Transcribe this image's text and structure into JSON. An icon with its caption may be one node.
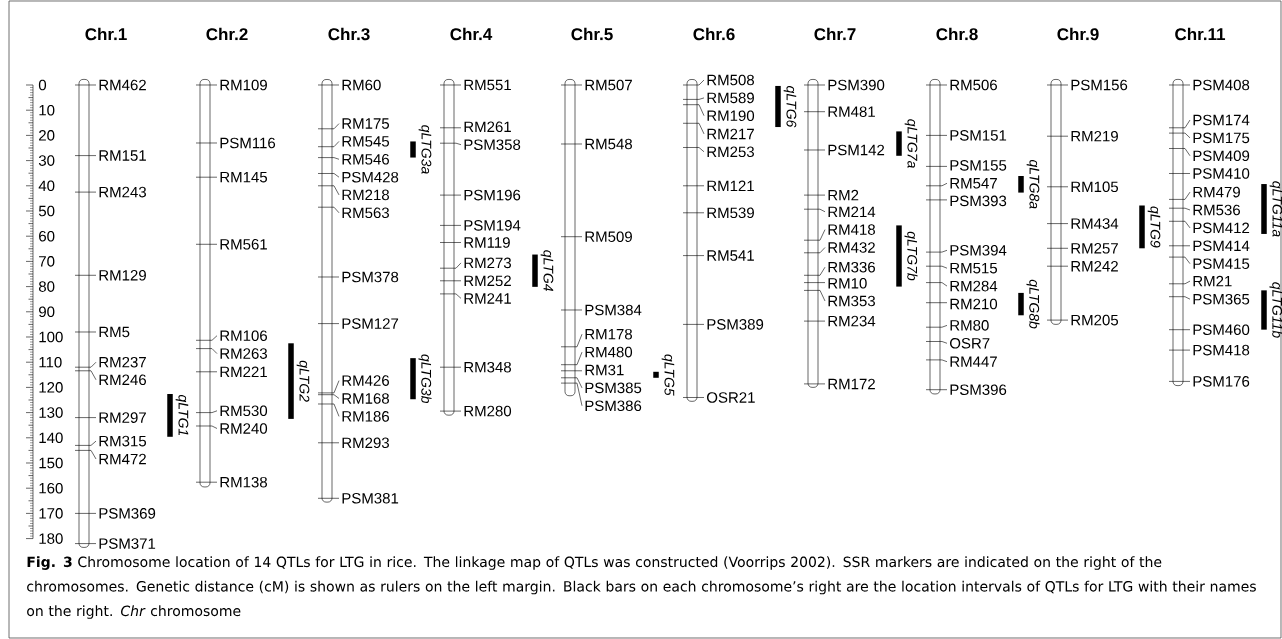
{
  "diagram": {
    "caption": "**Fig. 3** Chromosome location of 14 QTLs for LTG in rice. The linkage map of QTLs was constructed (Voorrips 2002). SSR markers are indicated on the right of the chromosomes. Genetic distance (cM) is shown as rulers on the left margin. Black bars on each chromosome’s right are the location intervals of QTLs for LTG with their names on the right. *Chr* chromosome",
    "nodes": [
      {
        "text": [],
        "shape": "bar",
        "beside": [
          "Chr.1",
          "RM462",
          "RM151",
          "RM243",
          "RM129",
          "RM5",
          "RM237",
          "RM246",
          "RM297",
          "RM315",
          "RM472",
          "PSM369",
          "PSM371"
        ]
      },
      {
        "text": [
          "qLTG1"
        ]
      },
      {
        "text": [],
        "shape": "bar",
        "beside": [
          "Chr.2",
          "RM109",
          "PSM116",
          "RM145",
          "RM561",
          "RM106",
          "RM263",
          "RM221",
          "RM530",
          "RM240",
          "RM138"
        ]
      },
      {
        "text": [
          "qLTG2"
        ]
      },
      {
        "text": [],
        "shape": "bar",
        "beside": [
          "Chr.3",
          "RM60",
          "RM175",
          "RM545",
          "RM546",
          "PSM428",
          "RM218",
          "RM563",
          "PSM378",
          "PSM127",
          "RM426",
          "RM168",
          "RM186",
          "RM293",
          "PSM381"
        ]
      },
      {
        "text": [
          "qLTG3a"
        ]
      },
      {
        "text": [
          "qLTG3b"
        ]
      },
      {
        "text": [],
        "shape": "bar",
        "beside": [
          "Chr.4",
          "RM551",
          "RM261",
          "PSM358",
          "PSM196",
          "PSM194",
          "RM119",
          "RM273",
          "RM252",
          "RM241",
          "RM348",
          "RM280"
        ]
      },
      {
        "text": [
          "qLTG4"
        ]
      },
      {
        "text": [],
        "shape": "bar",
        "beside": [
          "Chr.5",
          "RM507",
          "RM548",
          "RM509",
          "PSM384",
          "RM178",
          "RM480",
          "RM31",
          "PSM385",
          "PSM386"
        ]
      },
      {
        "text": [
          "qLTG5"
        ]
      },
      {
        "text": [],
        "shape": "bar",
        "beside": [
          "Chr.6",
          "RM508",
          "RM589",
          "RM190",
          "RM217",
          "RM253",
          "RM121",
          "RM539",
          "RM541",
          "PSM389",
          "OSR21"
        ]
      },
      {
        "text": [
          "qLTG6"
        ]
      },
      {
        "text": [],
        "shape": "bar",
        "beside": [
          "Chr.7",
          "PSM390",
          "RM481",
          "PSM142",
          "RM2",
          "RM214",
          "RM418",
          "RM432",
          "RM336",
          "RM10",
          "RM353",
          "RM234",
          "RM172"
        ]
      },
      {
        "text": [
          "qLTG7a"
        ]
      },
      {
        "text": [
          "qLTG7b"
        ]
      },
      {
        "text": [],
        "shape": "bar",
        "beside": [
          "Chr.8",
          "RM506",
          "PSM151",
          "PSM155",
          "RM547",
          "PSM393",
          "PSM394",
          "RM515",
          "RM284",
          "RM210",
          "RM80",
          "OSR7",
          "RM447",
          "PSM396"
        ]
      },
      {
        "text": [
          "qLTG8a"
        ]
      },
      {
        "text": [
          "qLTG8b"
        ]
      },
      {
        "text": [],
        "shape": "bar",
        "beside": [
          "Chr.9",
          "PSM156",
          "RM219",
          "RM105",
          "RM434",
          "RM257",
          "RM242",
          "RM205"
        ]
      },
      {
        "text": [
          "qLTG9"
        ]
      },
      {
        "text": [],
        "shape": "bar",
        "beside": [
          "Chr.11",
          "PSM408",
          "PSM174",
          "PSM175",
          "PSM409",
          "PSM410",
          "RM479",
          "RM536",
          "PSM412",
          "PSM414",
          "PSM415",
          "RM21",
          "PSM365",
          "PSM460",
          "PSM418",
          "PSM176"
        ]
      },
      {
        "text": [
          "qLTG11a"
        ]
      },
      {
        "text": [
          "qLTG11b"
        ]
      }
    ],
    "labels": [
      "0",
      "10",
      "20",
      "30",
      "40",
      "50",
      "60",
      "70",
      "80",
      "90",
      "100",
      "110",
      "120",
      "130",
      "140",
      "150",
      "160",
      "170",
      "180"
    ]
  }
}
